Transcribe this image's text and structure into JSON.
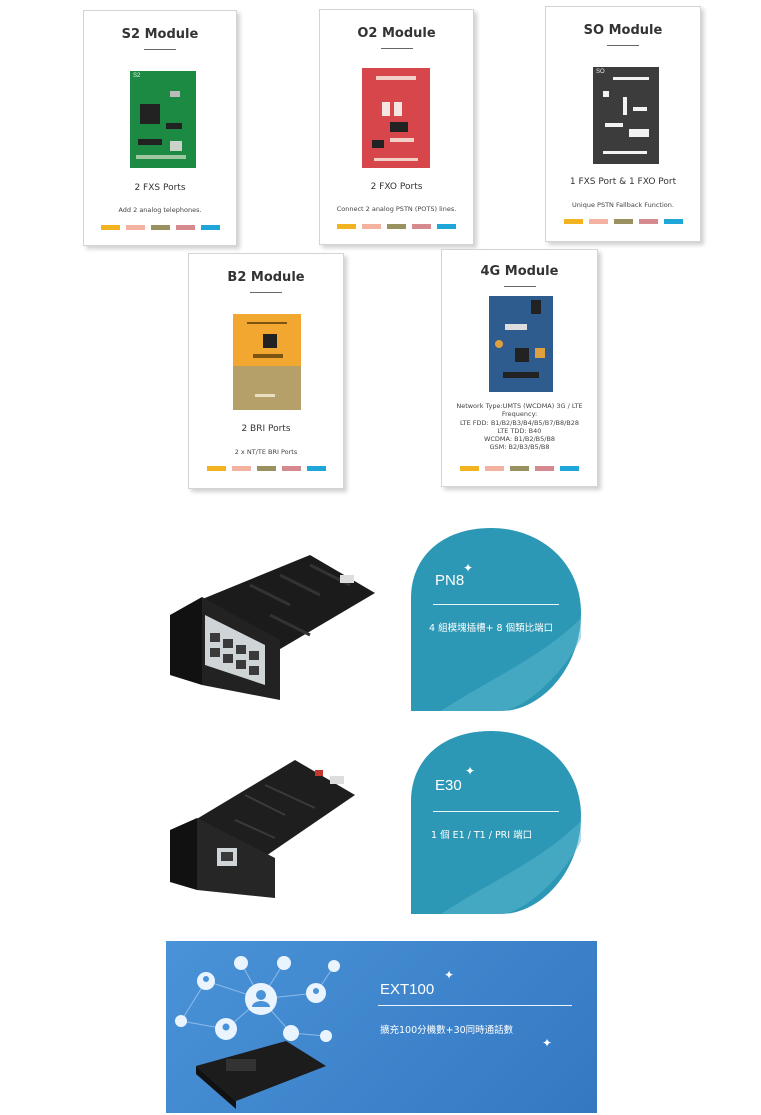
{
  "colors": {
    "swatches": [
      "#f3b220",
      "#f4b3a0",
      "#9a9160",
      "#d58a90",
      "#1ea6d9"
    ],
    "teal": "#2c98b6",
    "banner_blue": "#3d86cf",
    "s2_board": "#1d8a43",
    "o2_board": "#d6464a",
    "so_board": "#3c3c3c",
    "b2_board": "#f2a830",
    "g4_board": "#2f5c8f"
  },
  "modules": [
    {
      "title": "S2 Module",
      "chip_label": "S2",
      "ports": "2 FXS Ports",
      "desc": "Add 2 analog telephones."
    },
    {
      "title": "O2 Module",
      "chip_label": "",
      "ports": "2 FXO Ports",
      "desc": "Connect 2 analog PSTN (POTS) lines."
    },
    {
      "title": "SO Module",
      "chip_label": "SO",
      "ports": "1 FXS Port & 1 FXO Port",
      "desc": "Unique PSTN Fallback Function."
    },
    {
      "title": "B2 Module",
      "chip_label": "",
      "ports": "2 BRI Ports",
      "desc": "2 x NT/TE BRI Ports"
    },
    {
      "title": "4G Module",
      "chip_label": "",
      "ports": "",
      "desc_lines": [
        "Network Type:UMTS (WCDMA) 3G / LTE",
        "Frequency:",
        "LTE FDD: B1/B2/B3/B4/B5/B7/B8/B28",
        "LTE TDD: B40",
        "WCDMA: B1/B2/B5/B8",
        "GSM: B2/B3/B5/B8"
      ]
    }
  ],
  "expansions": [
    {
      "title": "PN8",
      "desc": "4 組模塊插槽+ 8 個類比端口",
      "icon": "rj45-8-port-card"
    },
    {
      "title": "E30",
      "desc": "1 個 E1 / T1 / PRI 端口",
      "icon": "rj45-1-port-card"
    }
  ],
  "banner": {
    "title": "EXT100",
    "desc": "擴充100分機數+30同時通話數",
    "icon": "user-network-icon"
  }
}
